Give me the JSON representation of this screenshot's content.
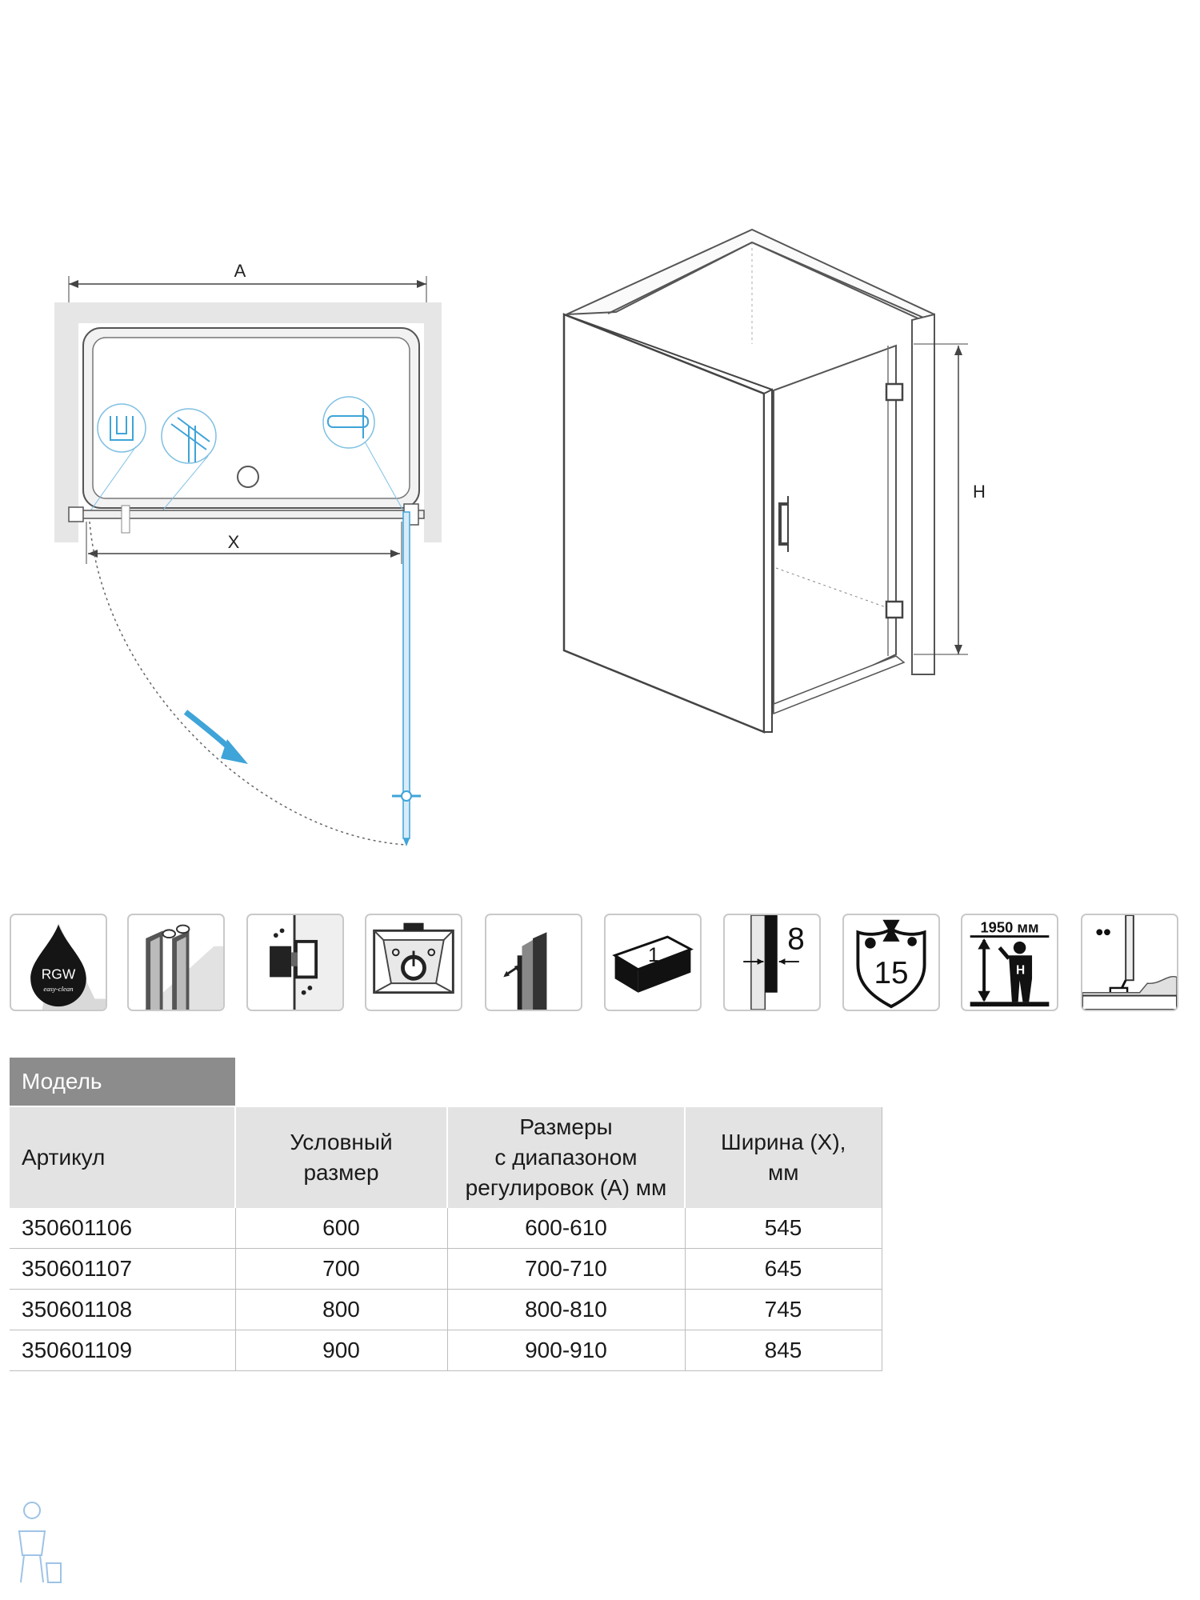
{
  "drawing": {
    "dim_a": "A",
    "dim_x": "X",
    "dim_h": "H"
  },
  "icons": [
    {
      "name": "rgw-easy-clean-icon",
      "text": "RGW",
      "subtext": "easy-clean"
    },
    {
      "name": "magnetic-seal-profile-icon"
    },
    {
      "name": "wall-hinge-icon"
    },
    {
      "name": "shower-tray-icon"
    },
    {
      "name": "wall-profile-adjustment-icon"
    },
    {
      "name": "one-package-icon",
      "text": "1"
    },
    {
      "name": "glass-thickness-icon",
      "text": "8"
    },
    {
      "name": "warranty-15-icon",
      "text": "15"
    },
    {
      "name": "height-1950-icon",
      "text": "1950 мм",
      "subtext": "H"
    },
    {
      "name": "threshold-seal-icon"
    }
  ],
  "table": {
    "model_label": "Модель",
    "headers": [
      [
        "Артикул"
      ],
      [
        "Условный",
        "размер"
      ],
      [
        "Размеры",
        "с диапазоном",
        "регулировок (А) мм"
      ],
      [
        "Ширина (Х),",
        "мм"
      ]
    ],
    "rows": [
      [
        "350601106",
        "600",
        "600-610",
        "545"
      ],
      [
        "350601107",
        "700",
        "700-710",
        "645"
      ],
      [
        "350601108",
        "800",
        "800-810",
        "745"
      ],
      [
        "350601109",
        "900",
        "900-910",
        "845"
      ]
    ]
  },
  "colors": {
    "accent_blue": "#3fa4d8",
    "header_gray": "#8c8c8c",
    "header_light": "#e3e3e3"
  }
}
